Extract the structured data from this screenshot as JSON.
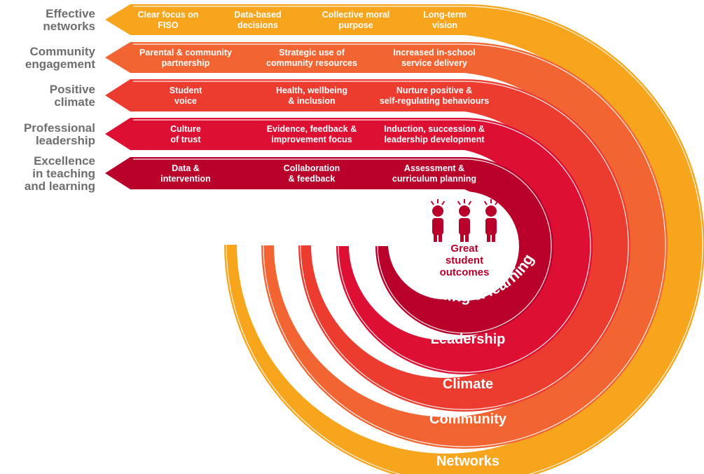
{
  "colors": {
    "networks": "#f7a51d",
    "community": "#f26532",
    "climate": "#ec3b2f",
    "leadership": "#dd0f33",
    "teaching": "#b8002b",
    "label_text": "#6d6e71",
    "center_text": "#b8002b"
  },
  "priorities": [
    {
      "key": "networks",
      "label_lines": [
        "Effective",
        "networks"
      ],
      "items": [
        [
          "Clear focus on",
          "FISO"
        ],
        [
          "Data-based",
          "decisions"
        ],
        [
          "Collective moral",
          "purpose"
        ],
        [
          "Long-term",
          "vision"
        ]
      ],
      "ring_label": "Networks"
    },
    {
      "key": "community",
      "label_lines": [
        "Community",
        "engagement"
      ],
      "items": [
        [
          "Parental & community",
          "partnership"
        ],
        [
          "Strategic use of",
          "community resources"
        ],
        [
          "Increased in-school",
          "service delivery"
        ]
      ],
      "ring_label": "Community"
    },
    {
      "key": "climate",
      "label_lines": [
        "Positive",
        "climate"
      ],
      "items": [
        [
          "Student",
          "voice"
        ],
        [
          "Health, wellbeing",
          "& inclusion"
        ],
        [
          "Nurture positive &",
          "self-regulating behaviours"
        ]
      ],
      "ring_label": "Climate"
    },
    {
      "key": "leadership",
      "label_lines": [
        "Professional",
        "leadership"
      ],
      "items": [
        [
          "Culture",
          "of trust"
        ],
        [
          "Evidence, feedback &",
          "improvement focus"
        ],
        [
          "Induction, succession &",
          "leadership development"
        ]
      ],
      "ring_label": "Leadership"
    },
    {
      "key": "teaching",
      "label_lines": [
        "Excellence",
        "in teaching",
        "and learning"
      ],
      "items": [
        [
          "Data &",
          "intervention"
        ],
        [
          "Collaboration",
          "& feedback"
        ],
        [
          "Assessment &",
          "curriculum planning"
        ]
      ],
      "ring_label": "Teaching & learning"
    }
  ],
  "center": {
    "text_lines": [
      "Great",
      "student",
      "outcomes"
    ],
    "icon": "students-icon"
  }
}
